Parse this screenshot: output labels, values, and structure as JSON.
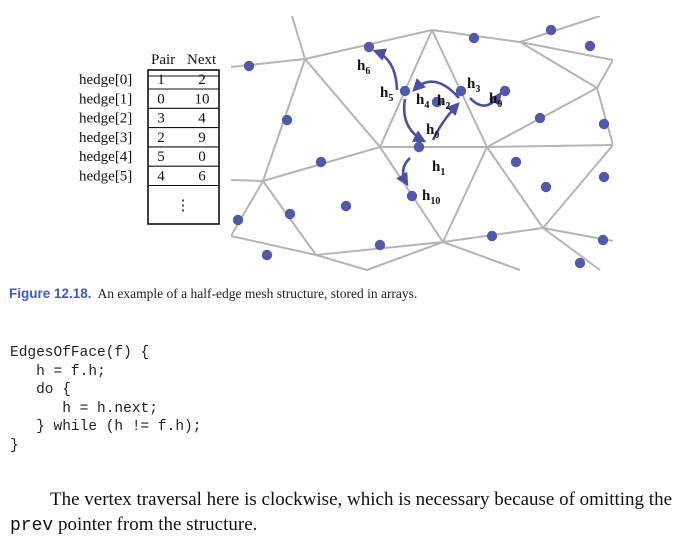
{
  "figure": {
    "table": {
      "column_headers": [
        "Pair",
        "Next"
      ],
      "rows": [
        {
          "label": "hedge[0]",
          "pair": "1",
          "next": "2"
        },
        {
          "label": "hedge[1]",
          "pair": "0",
          "next": "10"
        },
        {
          "label": "hedge[2]",
          "pair": "3",
          "next": "4"
        },
        {
          "label": "hedge[3]",
          "pair": "2",
          "next": "9"
        },
        {
          "label": "hedge[4]",
          "pair": "5",
          "next": "0"
        },
        {
          "label": "hedge[5]",
          "pair": "4",
          "next": "6"
        }
      ],
      "ellipsis": "⋮"
    },
    "mesh_labels": [
      {
        "base": "h",
        "sub": "0"
      },
      {
        "base": "h",
        "sub": "1"
      },
      {
        "base": "h",
        "sub": "2"
      },
      {
        "base": "h",
        "sub": "3"
      },
      {
        "base": "h",
        "sub": "4"
      },
      {
        "base": "h",
        "sub": "5"
      },
      {
        "base": "h",
        "sub": "6"
      },
      {
        "base": "h",
        "sub": "9"
      },
      {
        "base": "h",
        "sub": "10"
      }
    ],
    "colors": {
      "mesh_line": "#b4b4b4",
      "point": "#4f5aa8",
      "arrow": "#4a50a6",
      "caption_label": "#3b5cc4"
    }
  },
  "caption": {
    "label": "Figure 12.18.",
    "text": "An example of a half-edge mesh structure, stored in arrays."
  },
  "code": [
    "EdgesOfFace(f) {",
    "   h = f.h;",
    "   do {",
    "      h = h.next;",
    "   } while (h != f.h);",
    "}"
  ],
  "paragraph": {
    "before": "The vertex traversal here is clockwise, which is necessary because of omitting the ",
    "code_word": "prev",
    "after": " pointer from the structure."
  }
}
